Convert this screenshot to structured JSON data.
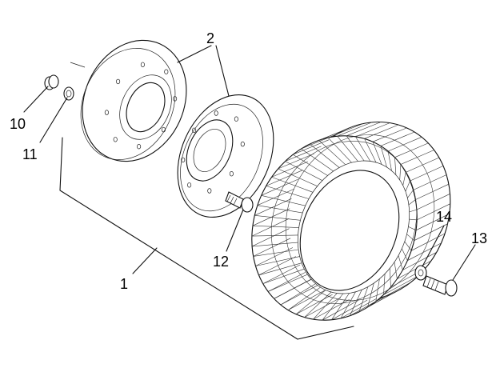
{
  "diagram": {
    "callouts": [
      {
        "id": "1",
        "text": "1"
      },
      {
        "id": "2",
        "text": "2"
      },
      {
        "id": "10",
        "text": "10"
      },
      {
        "id": "11",
        "text": "11"
      },
      {
        "id": "12",
        "text": "12"
      },
      {
        "id": "13",
        "text": "13"
      },
      {
        "id": "14",
        "text": "14"
      }
    ],
    "parts": [
      "rim-half-outer",
      "rim-half-inner",
      "wheel-nut",
      "lock-washer",
      "wheel-stud",
      "valve-stem-bolt",
      "valve-washer",
      "tire"
    ],
    "line_color": "#111111",
    "background": "#ffffff"
  }
}
